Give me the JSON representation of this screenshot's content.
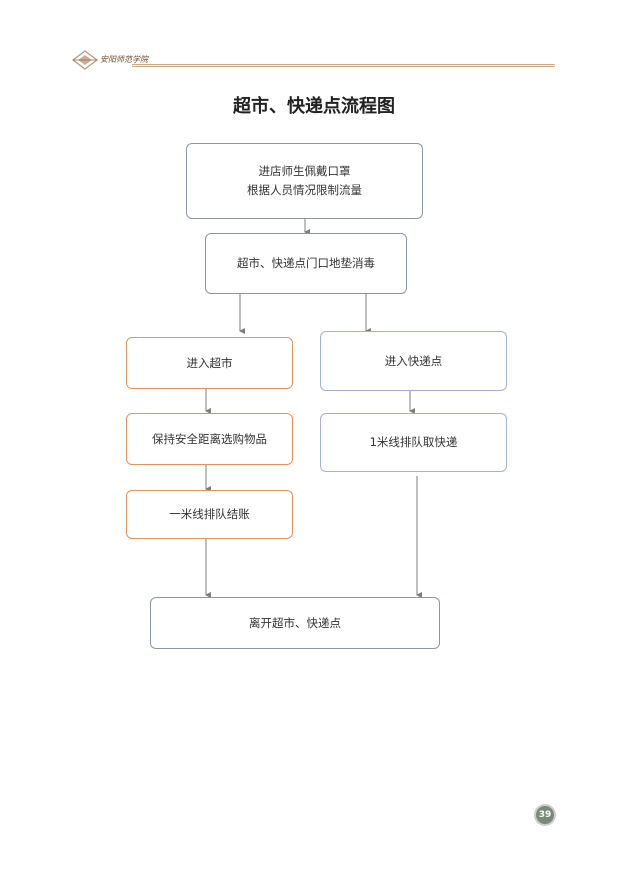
{
  "header": {
    "logo_icon": "university-logo-icon",
    "logo_text": "安阳师范学院"
  },
  "title": "超市、快递点流程图",
  "nodes": {
    "step1_line1": "进店师生佩戴口罩",
    "step1_line2": "根据人员情况限制流量",
    "step2": "超市、快递点门口地垫消毒",
    "market_enter": "进入超市",
    "market_distance": "保持安全距离选购物品",
    "market_checkout": "一米线排队结账",
    "express_enter": "进入快递点",
    "express_pickup": "1米线排队取快递",
    "leave": "离开超市、快递点"
  },
  "colors": {
    "box_border": "#8b96a5",
    "market_border": "#e0935f",
    "express_border": "#a5b0d6",
    "arrow": "#7d7d7d"
  },
  "footer": {
    "page_number": "39"
  }
}
